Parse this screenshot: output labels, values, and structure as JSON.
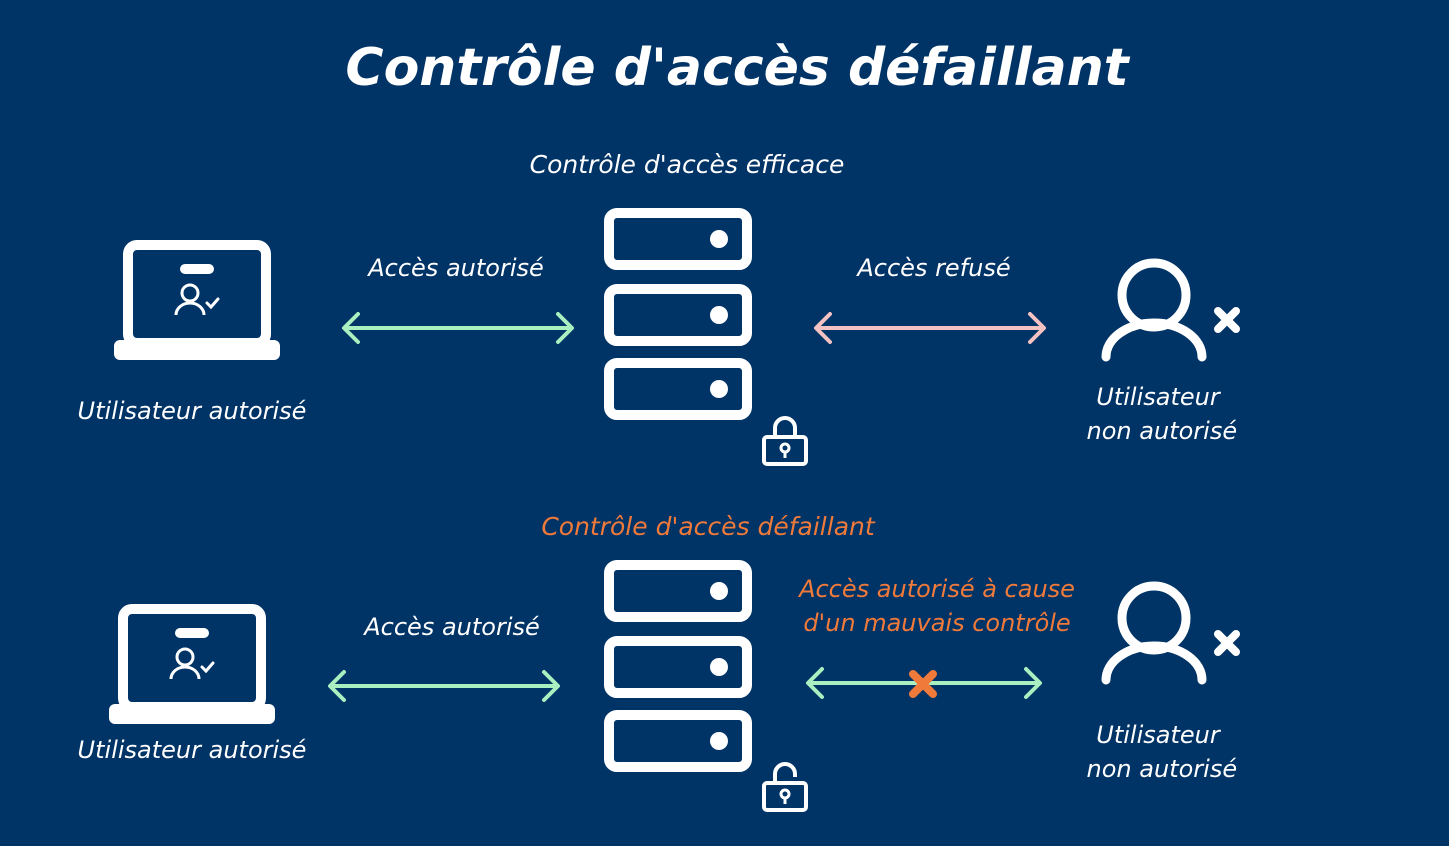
{
  "title": "Contrôle d'accès défaillant",
  "colors": {
    "background": "#003366",
    "foreground": "#ffffff",
    "allowed_arrow": "#a8f0c0",
    "denied_arrow": "#f4c2c2",
    "warning": "#f07a3a"
  },
  "sections": [
    {
      "title": "Contrôle d'accès efficace",
      "title_color": "#ffffff",
      "left_user_label": "Utilisateur autorisé",
      "left_arrow_label": "Accès autorisé",
      "right_arrow_label": "Accès refusé",
      "right_user_label": "Utilisateur\n non autorisé",
      "lock_state": "locked",
      "lock_icon": "lock-closed-icon",
      "server_icon": "server-icon",
      "laptop_icon": "laptop-user-icon",
      "user_icon": "user-denied-icon"
    },
    {
      "title": "Contrôle d'accès défaillant",
      "title_color": "#f07a3a",
      "left_user_label": "Utilisateur autorisé",
      "left_arrow_label": "Accès autorisé",
      "right_arrow_label": "Accès autorisé à cause\nd'un mauvais contrôle",
      "right_user_label": "Utilisateur\n non autorisé",
      "lock_state": "unlocked",
      "lock_icon": "lock-open-icon",
      "server_icon": "server-icon",
      "laptop_icon": "laptop-user-icon",
      "user_icon": "user-denied-icon",
      "arrow_marker_icon": "cross-icon"
    }
  ]
}
